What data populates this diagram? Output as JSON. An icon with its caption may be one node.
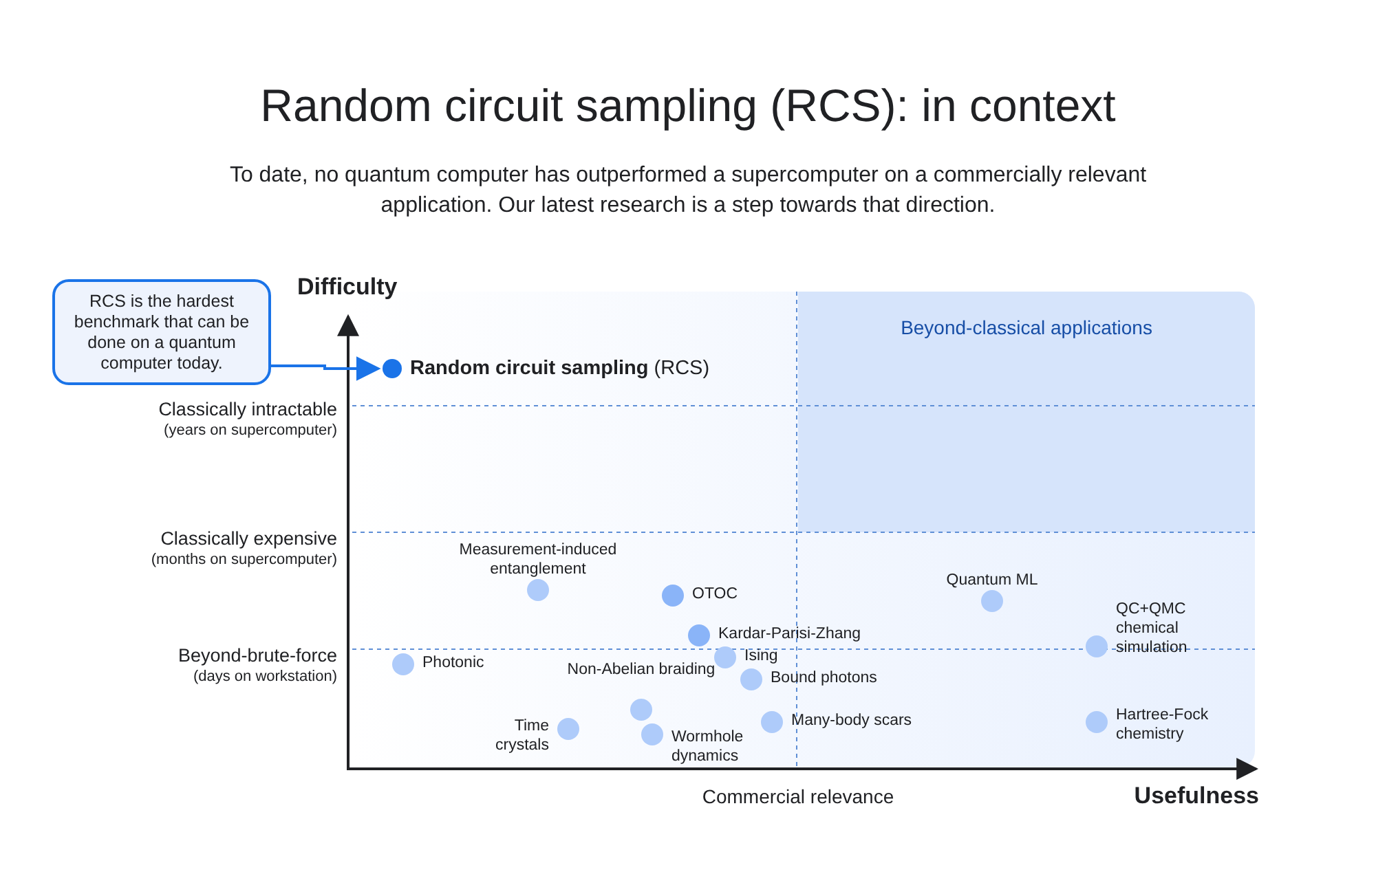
{
  "diagram": {
    "title": "Random circuit sampling (RCS): in context",
    "nodes": [
      {
        "text": [
          "RCS is the hardest benchmark that can be done on a quantum computer today."
        ]
      },
      {
        "text": [
          "**Random circuit sampling** (RCS)"
        ]
      },
      {
        "text": [
          "Beyond-classical applications"
        ]
      },
      {
        "text": [
          "Measurement-induced entanglement"
        ]
      },
      {
        "text": [
          "OTOC"
        ]
      },
      {
        "text": [
          "Quantum ML"
        ]
      },
      {
        "text": [
          "Kardar-Parisi-Zhang"
        ]
      },
      {
        "text": [
          "QC+QMC chemical simulation"
        ]
      },
      {
        "text": [
          "Photonic"
        ]
      },
      {
        "text": [
          "Ising"
        ]
      },
      {
        "text": [
          "Non-Abelian braiding"
        ]
      },
      {
        "text": [
          "Bound photons"
        ]
      },
      {
        "text": [
          "Time crystals"
        ]
      },
      {
        "text": [
          "Wormhole dynamics"
        ]
      },
      {
        "text": [
          "Many-body scars"
        ]
      },
      {
        "text": [
          "Hartree-Fock chemistry"
        ]
      }
    ],
    "edges": [
      {
        "from": 0,
        "to": 1,
        "arrow": "to"
      }
    ],
    "labels": [
      "To date, no quantum computer has outperformed a supercomputer on a commercially relevant application. Our latest research is a step towards that direction.",
      "Difficulty",
      "Classically intractable",
      "(years on supercomputer)",
      "Classically expensive",
      "(months on supercomputer)",
      "Beyond-brute-force",
      "(days on workstation)",
      "Commercial relevance",
      "Usefulness"
    ]
  }
}
